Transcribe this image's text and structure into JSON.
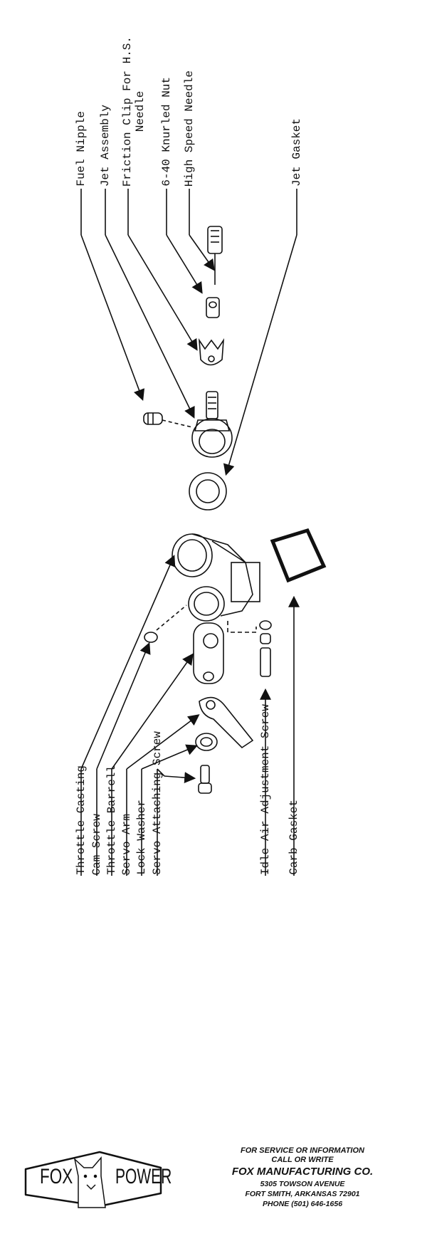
{
  "top_labels": {
    "fuel_nipple": "Fuel Nipple",
    "jet_assembly": "Jet Assembly",
    "friction_clip_line1": "Friction Clip For H.S.",
    "friction_clip_line2": "Needle",
    "knurled_nut": "6-40 Knurled Nut",
    "high_speed_needle": "High Speed Needle",
    "jet_gasket": "Jet Gasket"
  },
  "bottom_labels": {
    "throttle_casting": "Throttle Casting",
    "cam_screw": "Cam Screw",
    "throttle_barrell": "Throttle Barrell",
    "servo_arm": "Servo Arm",
    "lock_washer": "Lock Washer",
    "servo_attaching_screw": "Servo Attaching Screw",
    "idle_air_adjustment_screw": "Idle Air Adjustment Screw",
    "carb_gasket": "Carb Gasket"
  },
  "logo": {
    "left": "FOX",
    "right": "POWER"
  },
  "contact": {
    "line1": "FOR SERVICE OR INFORMATION",
    "line2": "CALL OR WRITE",
    "company": "FOX MANUFACTURING CO.",
    "address": "5305 TOWSON AVENUE",
    "city": "FORT SMITH, ARKANSAS 72901",
    "phone": "PHONE (501) 646-1656"
  }
}
